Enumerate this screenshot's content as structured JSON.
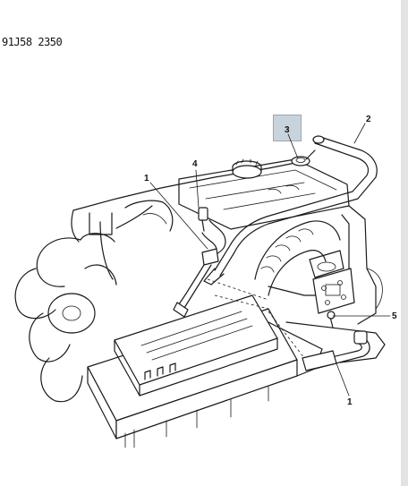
{
  "drawing_code": "91J58 2350",
  "callouts": [
    {
      "id": "callout-2-top",
      "label": "2"
    },
    {
      "id": "callout-3",
      "label": "3",
      "highlighted": true
    },
    {
      "id": "callout-4",
      "label": "4"
    },
    {
      "id": "callout-1-left",
      "label": "1"
    },
    {
      "id": "callout-5",
      "label": "5"
    },
    {
      "id": "callout-1-bottom",
      "label": "1"
    }
  ],
  "colors": {
    "highlight": "#c9d3dc",
    "line": "#1a1a1a"
  }
}
